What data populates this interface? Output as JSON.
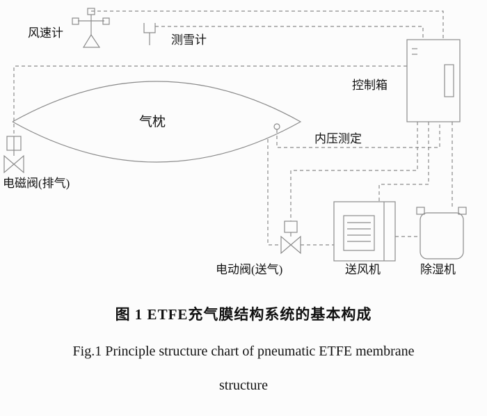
{
  "diagram": {
    "labels": {
      "anemometer": "风速计",
      "snow_gauge": "测雪计",
      "control_box": "控制箱",
      "air_cushion": "气枕",
      "pressure_measure": "内压测定",
      "solenoid_valve": "电磁阀(排气)",
      "electric_valve": "电动阀(送气)",
      "blower": "送风机",
      "dehumidifier": "除湿机"
    },
    "colors": {
      "line": "#8a8a8a",
      "text": "#111111",
      "background": "#fcfcfc"
    }
  },
  "caption": {
    "zh": "图 1 ETFE充气膜结构系统的基本构成",
    "en_line1": "Fig.1 Principle structure chart of pneumatic ETFE membrane",
    "en_line2": "structure"
  }
}
